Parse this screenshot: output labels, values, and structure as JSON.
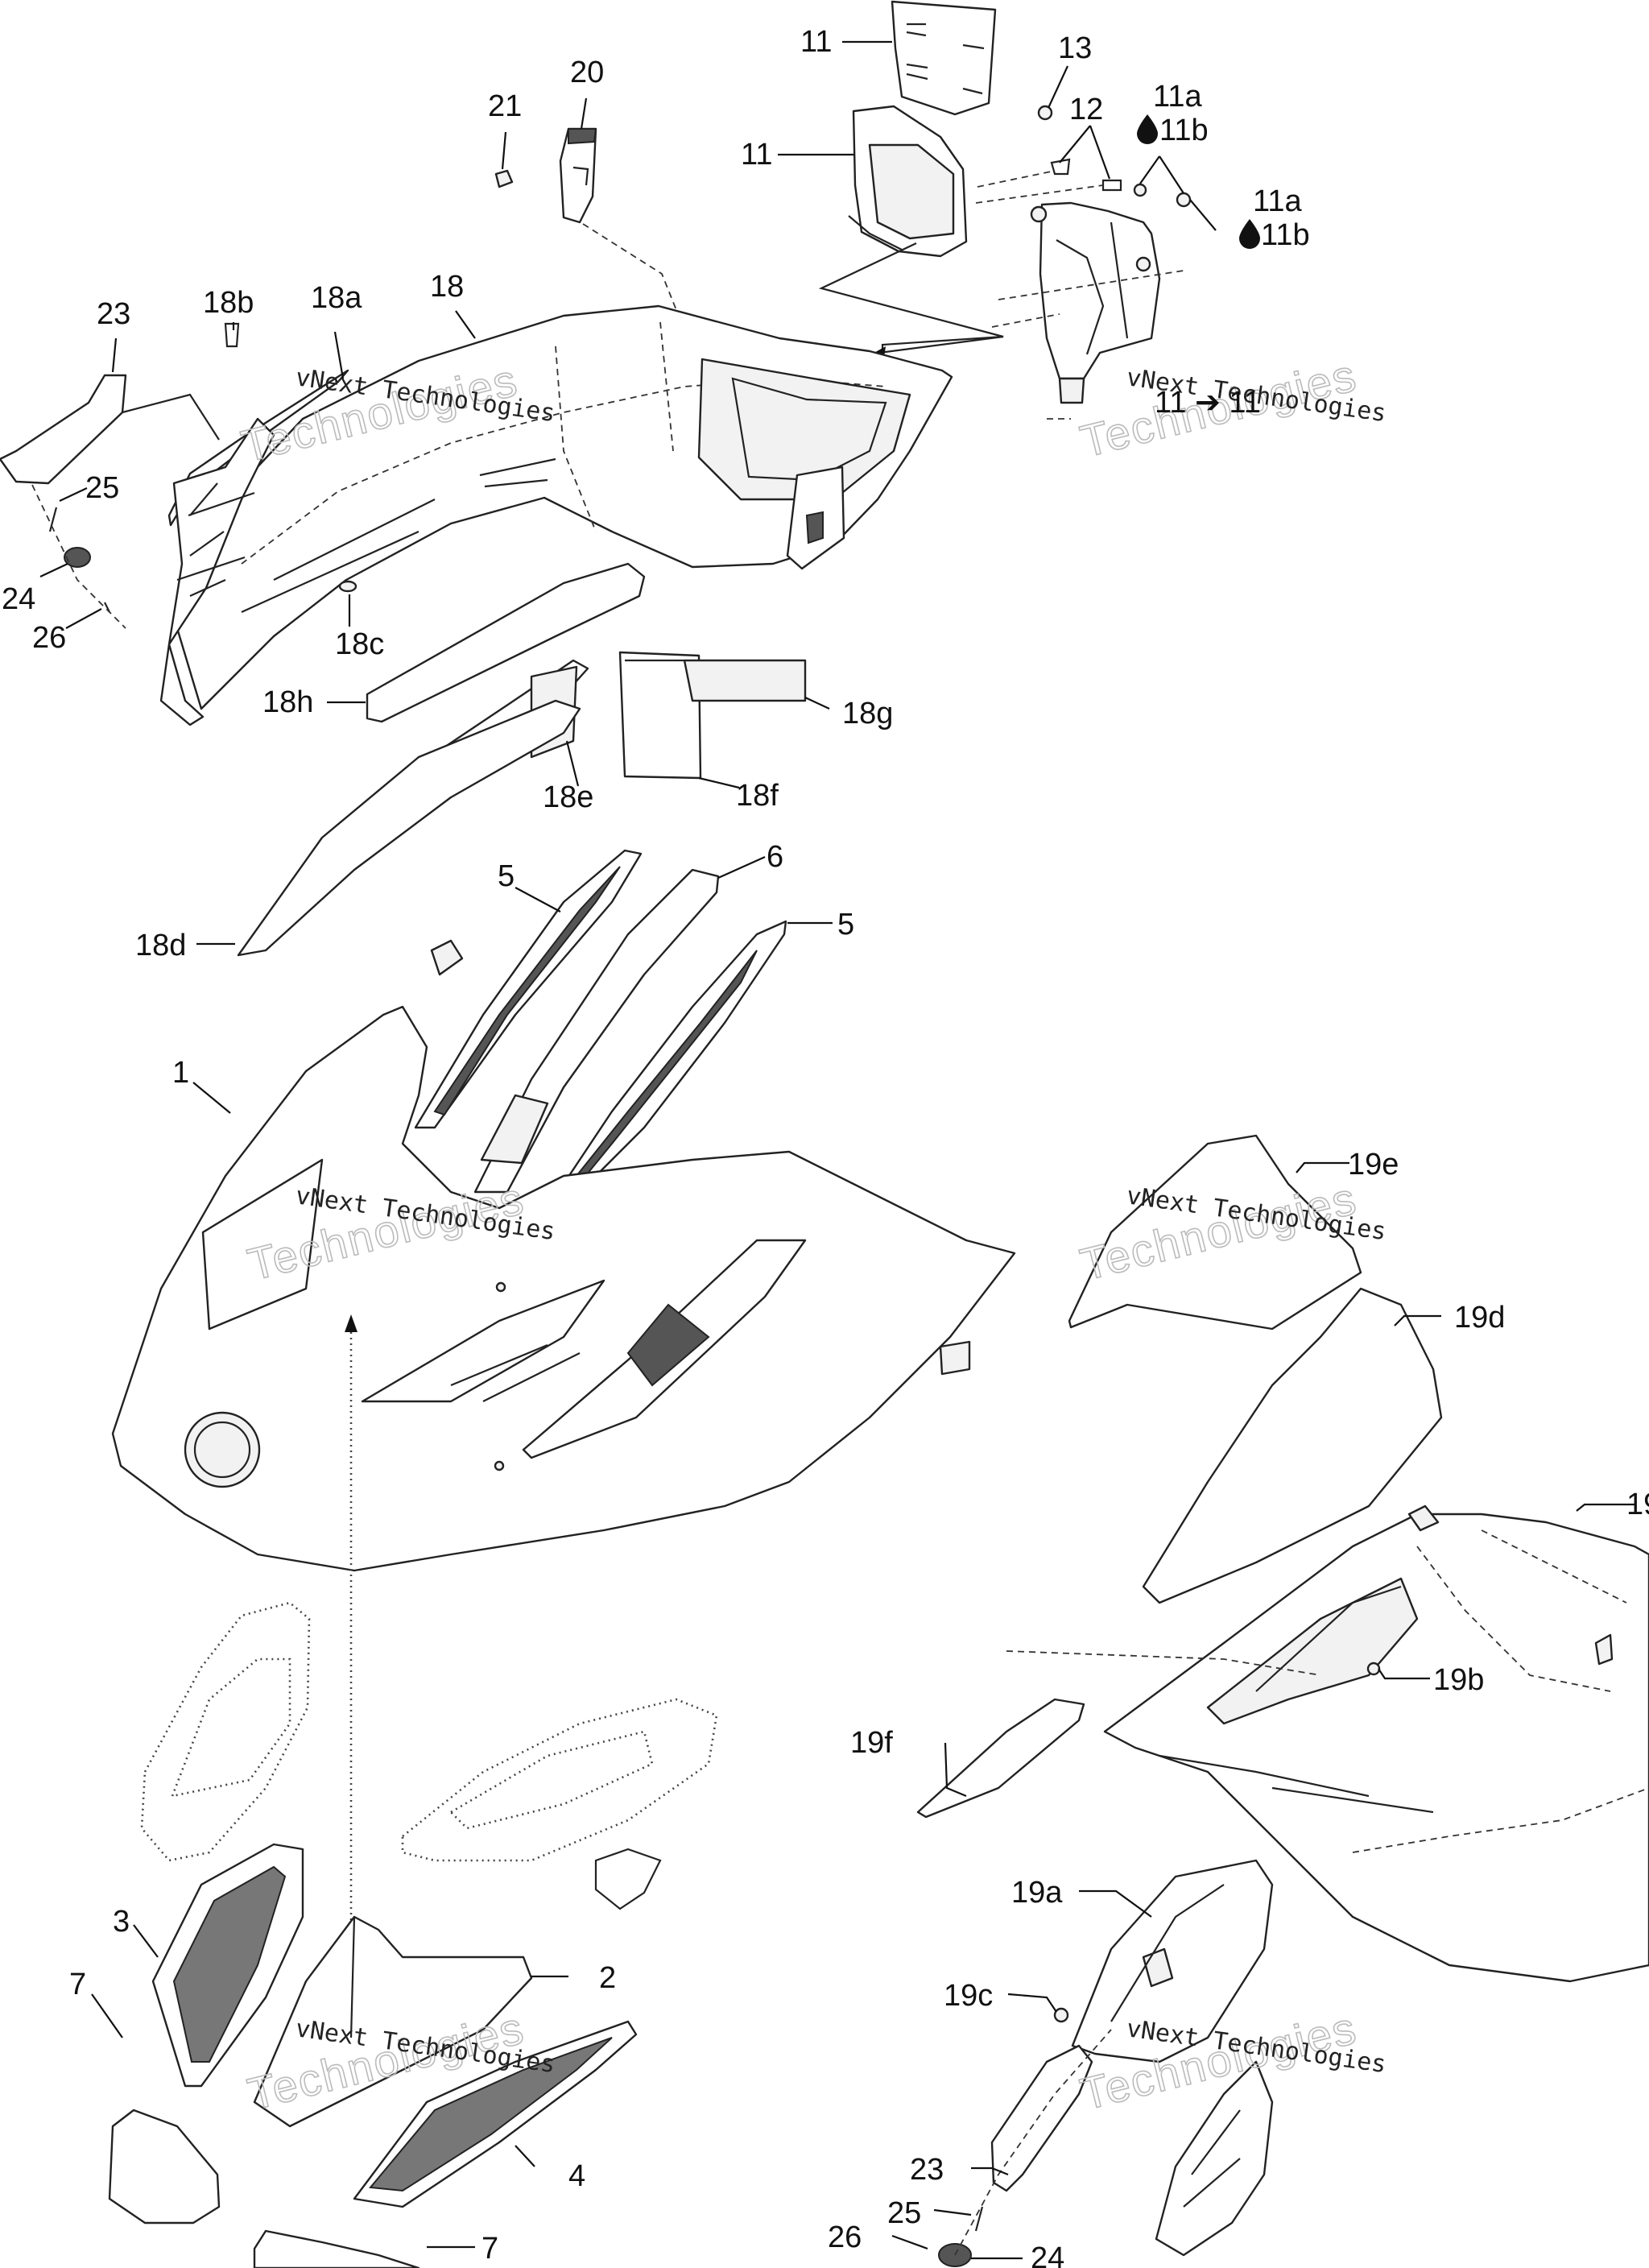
{
  "watermark": {
    "line1": "vNext Technologies",
    "line2": "Technologies"
  },
  "callouts": [
    {
      "id": "c-11-top",
      "text": "11"
    },
    {
      "id": "c-13",
      "text": "13"
    },
    {
      "id": "c-11a-1",
      "text": "11a"
    },
    {
      "id": "c-11b-1",
      "text": "11b"
    },
    {
      "id": "c-12",
      "text": "12"
    },
    {
      "id": "c-11-mid",
      "text": "11"
    },
    {
      "id": "c-11a-2",
      "text": "11a"
    },
    {
      "id": "c-11b-2",
      "text": "11b"
    },
    {
      "id": "c-11-arrow",
      "text": "11 ➔ 11"
    },
    {
      "id": "c-20",
      "text": "20"
    },
    {
      "id": "c-21",
      "text": "21"
    },
    {
      "id": "c-18",
      "text": "18"
    },
    {
      "id": "c-18a",
      "text": "18a"
    },
    {
      "id": "c-18b",
      "text": "18b"
    },
    {
      "id": "c-23-top",
      "text": "23"
    },
    {
      "id": "c-25-top",
      "text": "25"
    },
    {
      "id": "c-24-top",
      "text": "24"
    },
    {
      "id": "c-26-top",
      "text": "26"
    },
    {
      "id": "c-18c",
      "text": "18c"
    },
    {
      "id": "c-18h",
      "text": "18h"
    },
    {
      "id": "c-18g",
      "text": "18g"
    },
    {
      "id": "c-18e",
      "text": "18e"
    },
    {
      "id": "c-18f",
      "text": "18f"
    },
    {
      "id": "c-18d",
      "text": "18d"
    },
    {
      "id": "c-6",
      "text": "6"
    },
    {
      "id": "c-5-left",
      "text": "5"
    },
    {
      "id": "c-5-right",
      "text": "5"
    },
    {
      "id": "c-1",
      "text": "1"
    },
    {
      "id": "c-19e",
      "text": "19e"
    },
    {
      "id": "c-19d",
      "text": "19d"
    },
    {
      "id": "c-19-cut",
      "text": "19"
    },
    {
      "id": "c-19b",
      "text": "19b"
    },
    {
      "id": "c-19f",
      "text": "19f"
    },
    {
      "id": "c-19a",
      "text": "19a"
    },
    {
      "id": "c-19c",
      "text": "19c"
    },
    {
      "id": "c-23-bot",
      "text": "23"
    },
    {
      "id": "c-25-bot",
      "text": "25"
    },
    {
      "id": "c-26-bot",
      "text": "26"
    },
    {
      "id": "c-24-bot",
      "text": "24"
    },
    {
      "id": "c-3",
      "text": "3"
    },
    {
      "id": "c-2",
      "text": "2"
    },
    {
      "id": "c-7-left",
      "text": "7"
    },
    {
      "id": "c-4",
      "text": "4"
    },
    {
      "id": "c-7-bot",
      "text": "7"
    }
  ]
}
